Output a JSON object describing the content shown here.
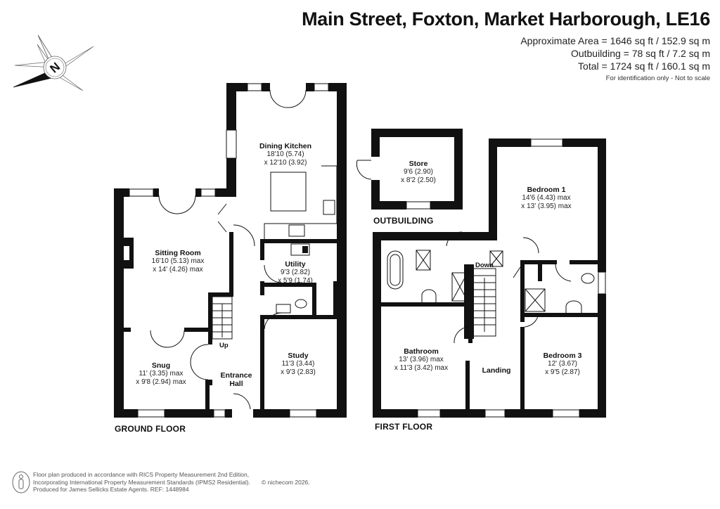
{
  "header": {
    "title": "Main Street, Foxton, Market Harborough, LE16",
    "approximate_area": "Approximate Area = 1646 sq ft / 152.9 sq m",
    "outbuilding_area": "Outbuilding = 78 sq ft / 7.2 sq m",
    "total_area": "Total = 1724 sq ft / 160.1 sq m",
    "disclaimer": "For identification only - Not to scale"
  },
  "compass": {
    "icon": "compass-north-icon",
    "letter": "N"
  },
  "floors": {
    "ground": {
      "label": "GROUND FLOOR",
      "rooms": [
        {
          "name": "Dining Kitchen",
          "dim1": "18'10 (5.74)",
          "dim2": "x 12'10 (3.92)"
        },
        {
          "name": "Sitting Room",
          "dim1": "16'10 (5.13) max",
          "dim2": "x 14' (4.26) max"
        },
        {
          "name": "Utility",
          "dim1": "9'3 (2.82)",
          "dim2": "x 5'9 (1.74)"
        },
        {
          "name": "Snug",
          "dim1": "11' (3.35) max",
          "dim2": "x 9'8 (2.94) max"
        },
        {
          "name": "Entrance",
          "dim1": "Hall",
          "dim2": ""
        },
        {
          "name": "Study",
          "dim1": "11'3 (3.44)",
          "dim2": "x 9'3 (2.83)"
        }
      ],
      "stair_label": "Up"
    },
    "outbuilding": {
      "label": "OUTBUILDING",
      "rooms": [
        {
          "name": "Store",
          "dim1": "9'6 (2.90)",
          "dim2": "x 8'2 (2.50)"
        }
      ]
    },
    "first": {
      "label": "FIRST FLOOR",
      "rooms": [
        {
          "name": "Bedroom 1",
          "dim1": "14'6 (4.43) max",
          "dim2": "x 13' (3.95) max"
        },
        {
          "name": "Bathroom",
          "dim1": "13' (3.96) max",
          "dim2": "x 11'3 (3.42) max"
        },
        {
          "name": "Landing",
          "dim1": "",
          "dim2": ""
        },
        {
          "name": "Bedroom 3",
          "dim1": "12' (3.67)",
          "dim2": "x 9'5 (2.87)"
        }
      ],
      "stair_label": "Down"
    }
  },
  "footer": {
    "line1": "Floor plan produced in accordance with RICS Property Measurement 2nd Edition,",
    "line2": "Incorporating International Property Measurement Standards (IPMS2 Residential).",
    "copyright": "© nichecom 2026.",
    "line3": "Produced for James Sellicks Estate Agents.   REF: 1448984",
    "icon": "person-info-icon"
  },
  "colors": {
    "wall": "#111111",
    "background": "#ffffff",
    "text": "#111111",
    "footer_text": "#555555"
  }
}
